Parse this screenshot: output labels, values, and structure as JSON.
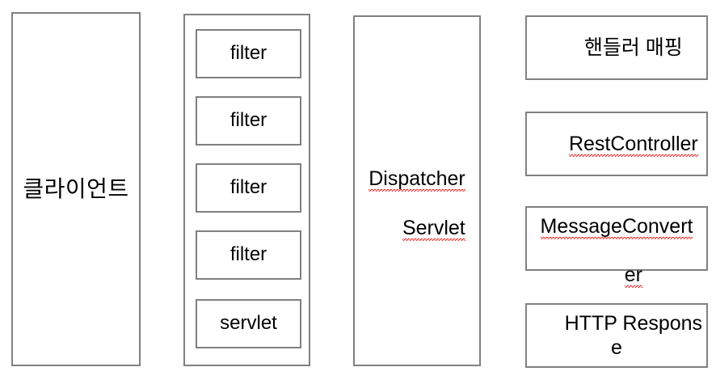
{
  "diagram": {
    "title": "Spring MVC request flow",
    "background_color": "#ffffff",
    "border_color": "#808080",
    "text_color": "#000000",
    "spellcheck_underline_color": "#ee2222",
    "client": {
      "label": "클라이언트",
      "misspelled": false
    },
    "filter_chain": {
      "items": [
        {
          "label": "filter",
          "misspelled": false
        },
        {
          "label": "filter",
          "misspelled": false
        },
        {
          "label": "filter",
          "misspelled": false
        },
        {
          "label": "filter",
          "misspelled": false
        },
        {
          "label": "servlet",
          "misspelled": false
        }
      ]
    },
    "dispatcher": {
      "line1": "Dispatcher",
      "line2": "Servlet",
      "misspelled": true
    },
    "right_column": [
      {
        "line1": "핸들러 매핑",
        "line2": "",
        "misspelled": false
      },
      {
        "line1": "RestController",
        "line2": "",
        "misspelled": true
      },
      {
        "line1": "MessageConvert",
        "line2": "er",
        "misspelled": true
      },
      {
        "line1": "HTTP Response",
        "line2": "",
        "misspelled": false
      }
    ]
  }
}
